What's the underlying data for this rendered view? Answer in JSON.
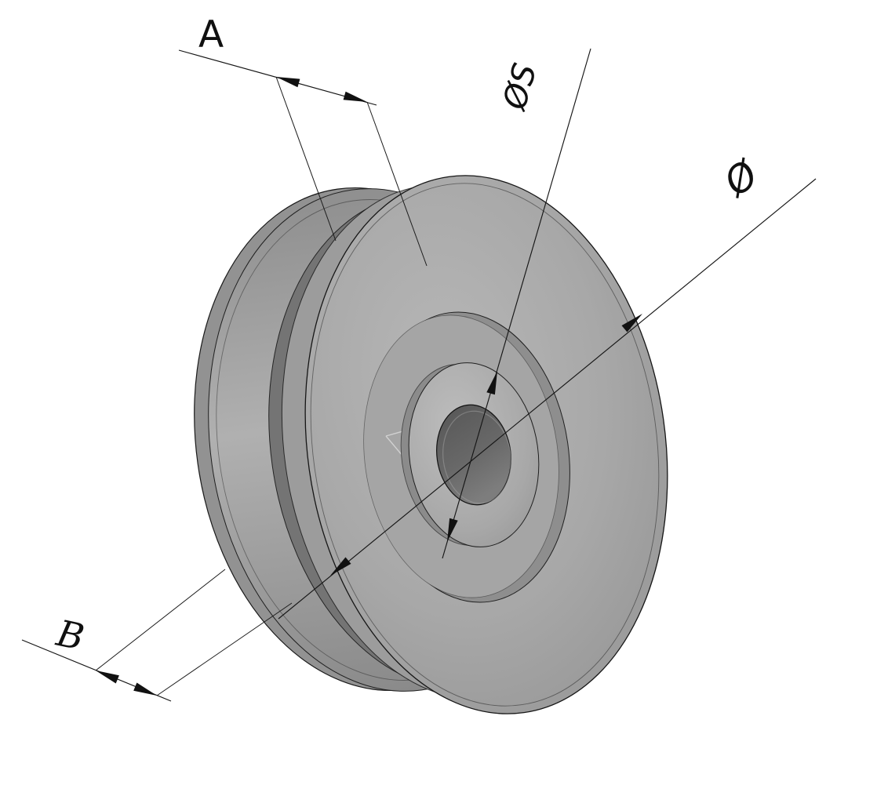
{
  "drawing": {
    "kind": "isometric shaded technical drawing of a grooved pulley wheel (sheave) with dimension callouts",
    "labels": {
      "groove_width": "A",
      "hub_diameter": "ØS",
      "outer_diameter": "Ø",
      "overall_width": "B"
    },
    "colors": {
      "background": "#ffffff",
      "body_gray": "#a8a8a8",
      "groove_dark": "#747474",
      "bore_dark": "#5f5f5f",
      "line": "#161616"
    }
  }
}
